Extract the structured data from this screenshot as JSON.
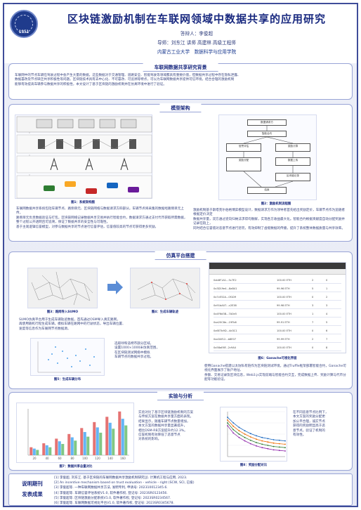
{
  "header": {
    "title": "区块链激励机制在车联网领域中数据共享的应用研究",
    "student_line": "答辩人：李俊超",
    "advisor_line": "导师：刘东江 讲师 高建林 高级工程师",
    "affiliation_line": "内蒙古工业大学　数据科学与应用学院",
    "logo_year": "1951"
  },
  "sections": {
    "background": {
      "title": "车联网数据共享研究背景",
      "lines": [
        "车联网中的节点车辆在驾驶过程中会产生大量的数据，这些数据对于交通管理、道路安全、智能驾驶等领域都具有重要价值，但数据共享过程中存在隐私泄露、",
        "数据篡改及节点缺乏共享积极性等问题。区块链技术具有去中心化、不可篡改、可追溯等特点，可以为车联网数据共享提供可信环境，结合合理的激励机制",
        "能够有效提高车辆参与数据共享的积极性，本文设计了基于区块链的激励机制并在仿真环境中进行了验证。"
      ]
    },
    "model": {
      "title": "模型架构",
      "fig_left_caption": "图1：系统架构图",
      "fig_right_caption": "图2：激励机制流程图",
      "para_left": [
        "车联网数据共享系统包括车辆节点、路侧单元、区块链网络与数据请求方四部分。车辆节点将采集的数据经路侧单元上传，",
        "路侧单元负责数据验证与打包，区块链网络记录数据共享交易并执行智能合约，数据请求方通过支付代币获取所需数据，",
        "整个过程公开透明且可追溯，保证了数据共享的安全性与可靠性。",
        "基于主观逻辑信誉模型，对参与数据共享的节点进行信誉评估，信誉值较高的节点可获得更多奖励。"
      ],
      "para_right": [
        "激励机制基于斯塔克尔伯格博弈模型设计，数据请求方作为领导者首先给出奖励定价，车辆节点作为追随者根据定价决定",
        "数据共享量，双方通过逆向归纳法求得均衡解，实现各方收益最大化。智能合约根据贡献度自动分配奖励并记录在链上，",
        "同时结合信誉值对恶意节点进行惩罚，有效抑制了虚假数据的传播，提升了系统整体数据质量与共享效率。"
      ],
      "nodes": [
        "数据请求方",
        "智能合约",
        "信誉评估",
        "奖励计算",
        "奖励分配",
        "数据上传",
        "区块链记录",
        "结束"
      ]
    },
    "sim": {
      "title": "仿真平台搭建",
      "fig1_caption": "图3：路网导入SUMO",
      "fig2_caption": "图4：生成车辆轨迹",
      "fig3_caption": "图5：生成车辆分布",
      "fig4_caption": "图6：Ganache可视化界面",
      "para1": [
        "SUMO仿真平台用于生成车辆轨迹数据，首先通过OSM导入真实路网，",
        "再使用随机行程生成车辆，模拟车辆在路网中的行驶状态，导出车辆位置、",
        "速度等信息作为车联网节点数据源。"
      ],
      "para2": [
        "选取呼和浩特市部分区域，",
        "设置1000×1000米仿真范围，",
        "在区块链测试网络中模拟",
        "车辆节点的数据共享过程。"
      ],
      "para3": [
        "使用Ganache搭建以太坊私有链作为区块链测试环境，通过Truffle框架部署智能合约，Ganache可视化界面展示了账户地址、",
        "余额、交易记录及区块信息，Web3.js实现前端与智能合约交互，完成数据上传、奖励计算与代币分配等功能验证。"
      ],
      "table_rows": [
        [
          "0xb8F1A1...5c7E2",
          "100.00 ETH",
          "2",
          "0"
        ],
        [
          "0x3D19e4...8aB41",
          "99.96 ETH",
          "5",
          "1"
        ],
        [
          "0x7cE52A...0f1D9",
          "100.00 ETH",
          "0",
          "2"
        ],
        [
          "0x91bA07...c2E38",
          "99.98 ETH",
          "3",
          "3"
        ],
        [
          "0x4F6d3B...7A0e5",
          "100.00 ETH",
          "1",
          "4"
        ],
        [
          "0xa20C8e...19Fb6",
          "99.91 ETH",
          "7",
          "5"
        ],
        [
          "0x6E7b9D...4d3C1",
          "100.00 ETH",
          "0",
          "6"
        ],
        [
          "0xcD4f12...b8E07",
          "99.99 ETH",
          "2",
          "7"
        ],
        [
          "0x58aE6F...2c9A4",
          "100.00 ETH",
          "0",
          "8"
        ]
      ]
    },
    "results": {
      "title": "实验与分析",
      "fig_left_caption": "图7：数据共享总量对比",
      "fig_right_caption": "图8：奖励分配对比",
      "para_mid": [
        "实验对比了基于区块链激励机制的方案",
        "与传统方案在数据共享量方面的表现。",
        "结果显示，随着车辆节点数量增加，",
        "本文方案的数据共享量显著提升，",
        "相比DSM-RB方案提升约12.3%。",
        "信誉机制有效降低了恶意节点",
        "对系统的影响。"
      ],
      "para_right": [
        "在不同恶意节点比例下，",
        "本文方案的奖励分配更",
        "加公平合理，诚实节点",
        "获得的奖励明显高于恶",
        "意节点，验证了机制的",
        "有效性。"
      ]
    }
  },
  "refs": {
    "label_line1": "说明期刊",
    "label_line2": "发表成果",
    "items": [
      "[1] 李俊超, 刘东江. 基于区块链的车联网数据共享激励机制研究[J]. 计算机工程与应用, 2023.",
      "[2] An incentive mechanism based on trust evaluation - vehicle - right (SCW, SCI, 已投)",
      "[3] 李俊超等. 一种车联网数据共享方法, 发明专利, 申请号: 202310012345.6.",
      "[4] 李俊超等. 车辆信誉评估系统V1.0, 软件著作权, 登记号: 2023SR0123456.",
      "[5] 李俊超等. 区块链激励分配系统V1.0, 软件著作权, 登记号: 2023SR0234567.",
      "[6] 李俊超等. 车联网数据可视化平台V1.0, 软件著作权, 登记号: 2023SR0345678."
    ]
  },
  "chart_data": [
    {
      "type": "bar",
      "categories": [
        "20",
        "40",
        "60",
        "80",
        "100",
        "120",
        "140",
        "160"
      ],
      "series": [
        {
          "values": [
            12,
            18,
            25,
            32,
            41,
            50,
            58,
            66
          ]
        },
        {
          "values": [
            10,
            15,
            21,
            27,
            35,
            42,
            49,
            55
          ]
        },
        {
          "values": [
            8,
            12,
            17,
            22,
            28,
            34,
            40,
            45
          ]
        }
      ],
      "ylim": [
        0,
        70
      ],
      "colors": [
        "#e57373",
        "#64b5f6",
        "#81c784"
      ]
    },
    {
      "type": "line",
      "x": [
        0,
        1,
        2,
        3,
        4,
        5,
        6,
        7,
        8,
        9,
        10
      ],
      "series": [
        {
          "values": [
            90,
            80,
            72,
            66,
            61,
            57,
            54,
            52,
            50,
            49,
            48
          ]
        },
        {
          "values": [
            85,
            74,
            66,
            60,
            55,
            51,
            48,
            46,
            44,
            43,
            42
          ]
        },
        {
          "values": [
            80,
            68,
            60,
            54,
            49,
            45,
            42,
            40,
            38,
            37,
            36
          ]
        },
        {
          "values": [
            75,
            62,
            54,
            48,
            43,
            39,
            36,
            34,
            32,
            31,
            30
          ]
        }
      ],
      "ylim": [
        20,
        100
      ],
      "colors": [
        "#1565c0",
        "#ef6c00",
        "#2e7d32",
        "#8e24aa"
      ]
    }
  ]
}
